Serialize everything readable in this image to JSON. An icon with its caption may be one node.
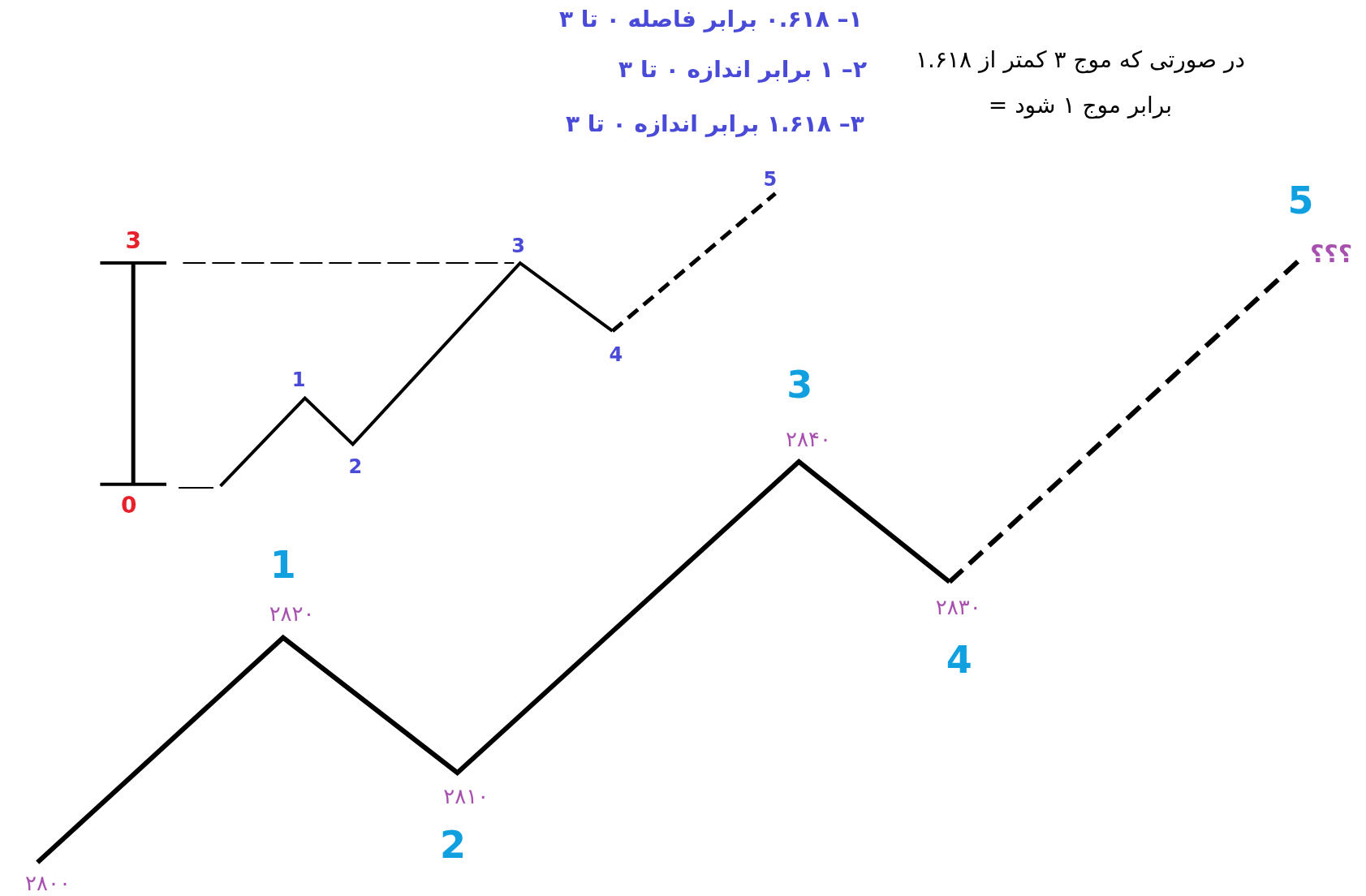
{
  "diagram": {
    "labels": [
      "۱– ۰.۶۱۸ برابر فاصله ۰ تا ۳",
      "۲– ۱ برابر اندازه ۰ تا ۳",
      "۳– ۱.۶۱۸ برابر اندازه ۰ تا ۳",
      "در صورتی که موج ۳ کمتر از ۱.۶۱۸ برابر موج ۱ شود =",
      "5",
      "5",
      "3",
      "3",
      "؟؟؟",
      "4",
      "1",
      "3",
      "۲۸۴۰",
      "2",
      "0",
      "1",
      "۲۸۳۰",
      "۲۸۲۰",
      "4",
      "۲۸۱۰",
      "2",
      "۲۸۰۰"
    ]
  }
}
